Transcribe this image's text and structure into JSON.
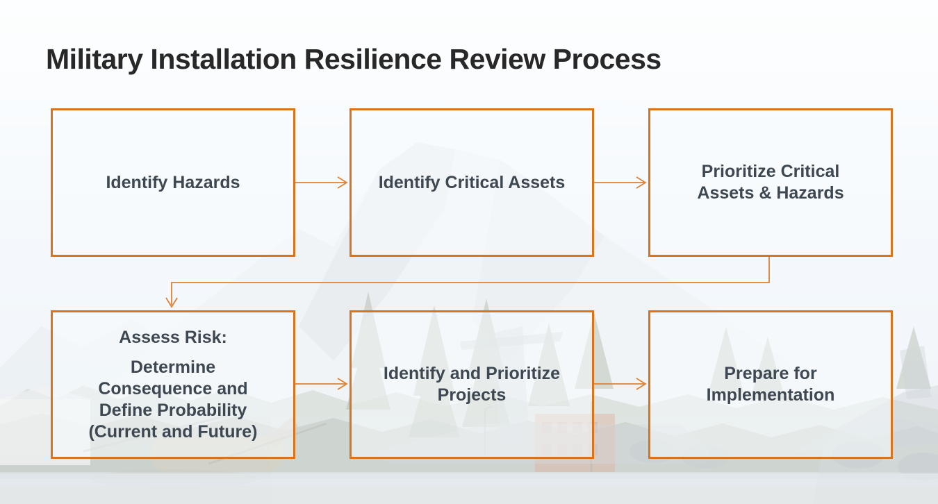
{
  "slide": {
    "title": "Military Installation Resilience Review Process"
  },
  "flow": {
    "boxes": [
      {
        "id": "identify-hazards",
        "label": "Identify Hazards"
      },
      {
        "id": "identify-critical-assets",
        "label": "Identify Critical Assets"
      },
      {
        "id": "prioritize-critical-assets-hazards",
        "label": "Prioritize Critical\nAssets & Hazards"
      },
      {
        "id": "assess-risk",
        "heading": "Assess Risk:",
        "body": "Determine\nConsequence and\nDefine Probability\n(Current and Future)"
      },
      {
        "id": "identify-prioritize-projects",
        "label": "Identify and Prioritize\nProjects"
      },
      {
        "id": "prepare-for-implementation",
        "label": "Prepare for\nImplementation"
      }
    ],
    "connections": [
      "identify-hazards -> identify-critical-assets",
      "identify-critical-assets -> prioritize-critical-assets-hazards",
      "prioritize-critical-assets-hazards -> assess-risk",
      "assess-risk -> identify-prioritize-projects",
      "identify-prioritize-projects -> prepare-for-implementation"
    ]
  },
  "colors": {
    "box_border_orange": "#D9731C",
    "connector_orange": "#DE8133",
    "title_text": "#282828",
    "box_text": "#3E4852"
  },
  "background": {
    "name": "faded-photo-mount-rainier-flightline"
  }
}
